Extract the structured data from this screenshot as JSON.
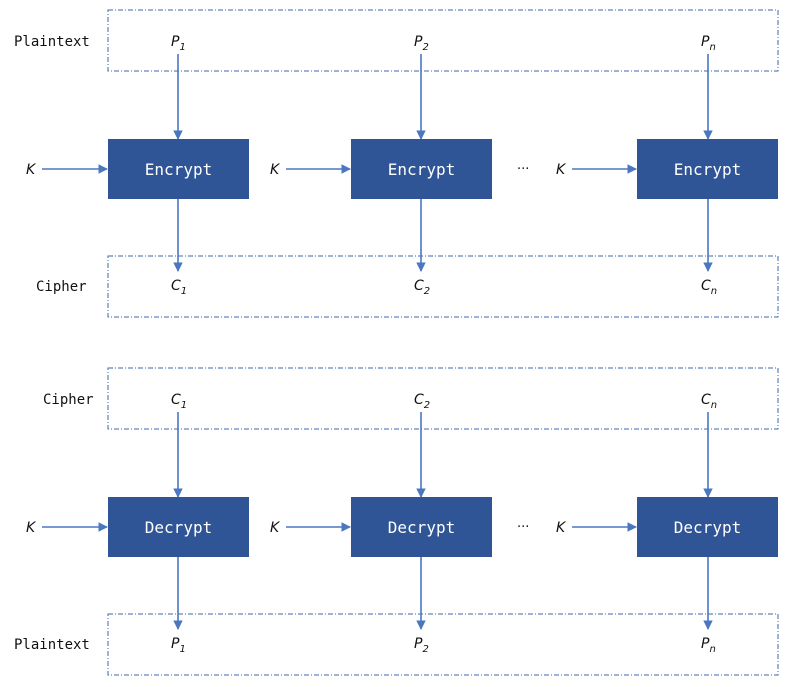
{
  "encryption": {
    "input_row_label": "Plaintext",
    "output_row_label": "Cipher",
    "block_label": "Encrypt",
    "key_label": "K",
    "ellipsis": "···",
    "blocks": [
      {
        "in_base": "P",
        "in_sub": "1",
        "out_base": "C",
        "out_sub": "1"
      },
      {
        "in_base": "P",
        "in_sub": "2",
        "out_base": "C",
        "out_sub": "2"
      },
      {
        "in_base": "P",
        "in_sub": "n",
        "out_base": "C",
        "out_sub": "n"
      }
    ]
  },
  "decryption": {
    "input_row_label": "Cipher",
    "output_row_label": "Plaintext",
    "block_label": "Decrypt",
    "key_label": "K",
    "ellipsis": "···",
    "blocks": [
      {
        "in_base": "C",
        "in_sub": "1",
        "out_base": "P",
        "out_sub": "1"
      },
      {
        "in_base": "C",
        "in_sub": "2",
        "out_base": "P",
        "out_sub": "2"
      },
      {
        "in_base": "C",
        "in_sub": "n",
        "out_base": "P",
        "out_sub": "n"
      }
    ]
  },
  "colors": {
    "block_fill": "#2f5597",
    "arrow": "#4a77c0",
    "frame": "#3f6aa8"
  }
}
